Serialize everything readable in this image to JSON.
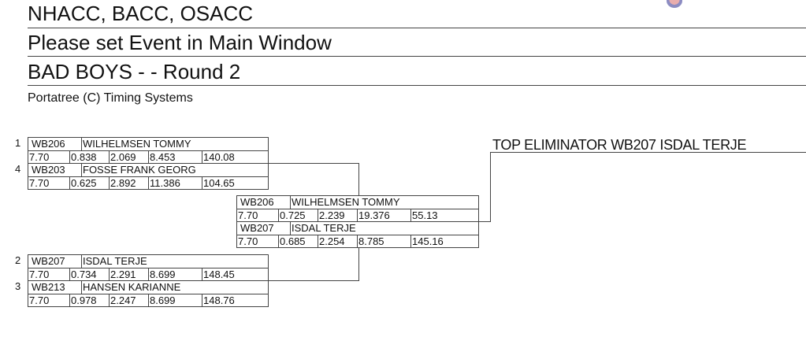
{
  "header": {
    "line1": "NHACC, BACC, OSACC",
    "line2": "Please set Event in Main Window",
    "line3": "BAD BOYS -  - Round 2",
    "subtitle": "Portatree (C) Timing Systems"
  },
  "top_eliminator": "TOP ELIMINATOR  WB207 ISDAL TERJE",
  "round1": [
    {
      "seed": "1",
      "car": "WB206",
      "name": "WILHELMSEN TOMMY",
      "dial": "7.70",
      "rt": "0.838",
      "sixty": "2.069",
      "et": "8.453",
      "mph": "140.08"
    },
    {
      "seed": "4",
      "car": "WB203",
      "name": "FOSSE FRANK GEORG",
      "dial": "7.70",
      "rt": "0.625",
      "sixty": "2.892",
      "et": "11.386",
      "mph": "104.65"
    },
    {
      "seed": "2",
      "car": "WB207",
      "name": "ISDAL TERJE",
      "dial": "7.70",
      "rt": "0.734",
      "sixty": "2.291",
      "et": "8.699",
      "mph": "148.45"
    },
    {
      "seed": "3",
      "car": "WB213",
      "name": "HANSEN KARIANNE",
      "dial": "7.70",
      "rt": "0.978",
      "sixty": "2.247",
      "et": "8.699",
      "mph": "148.76"
    }
  ],
  "round2": [
    {
      "car": "WB206",
      "name": "WILHELMSEN TOMMY",
      "dial": "7.70",
      "rt": "0.725",
      "sixty": "2.239",
      "et": "19.376",
      "mph": "55.13"
    },
    {
      "car": "WB207",
      "name": "ISDAL TERJE",
      "dial": "7.70",
      "rt": "0.685",
      "sixty": "2.254",
      "et": "8.785",
      "mph": "145.16"
    }
  ]
}
